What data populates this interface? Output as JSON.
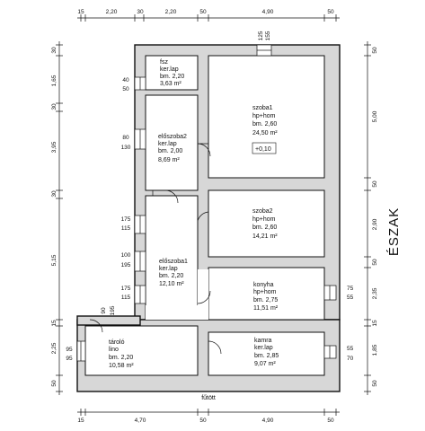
{
  "rooms": [
    {
      "id": "fsz",
      "lines": [
        "fsz",
        "ker.lap",
        "bm. 2,20",
        "3,63 m²"
      ]
    },
    {
      "id": "eloszoba2",
      "lines": [
        "előszoba2",
        "ker.lap",
        "bm. 2,00",
        "8,69 m²"
      ]
    },
    {
      "id": "szoba1",
      "lines": [
        "szoba1",
        "hp+hom",
        "bm. 2,60",
        "24,50 m²"
      ],
      "level": "+0,10"
    },
    {
      "id": "szoba2",
      "lines": [
        "szoba2",
        "hp+hom",
        "bm. 2,60",
        "14,21 m²"
      ]
    },
    {
      "id": "eloszoba1",
      "lines": [
        "előszoba1",
        "ker.lap",
        "bm. 2,20",
        "12,10 m²"
      ]
    },
    {
      "id": "konyha",
      "lines": [
        "konyha",
        "hp+hom",
        "bm. 2,75",
        "11,51 m²"
      ]
    },
    {
      "id": "tarolo",
      "lines": [
        "tároló",
        "lino",
        "bm. 2,20",
        "10,58 m²"
      ]
    },
    {
      "id": "kamra",
      "lines": [
        "kamra",
        "ker.lap",
        "bm. 2,85",
        "9,07 m²"
      ]
    }
  ],
  "top_dimensions": [
    "15",
    "2,20",
    "30",
    "2,20",
    "50",
    "4,90",
    "50"
  ],
  "bottom_dimensions": [
    "15",
    "4,70",
    "50",
    "4,90",
    "50"
  ],
  "top_wall_marks": [
    "125",
    "155"
  ],
  "left_dimensions": [
    "30",
    "1,65",
    "30",
    "3,95",
    "30",
    "5,15",
    "15",
    "2,25",
    "50"
  ],
  "right_dimensions": [
    "50",
    "5,00",
    "50",
    "2,90",
    "50",
    "2,35",
    "15",
    "1,85",
    "50"
  ],
  "left_openings": [
    {
      "top": "40",
      "bottom": "50"
    },
    {
      "top": "80",
      "bottom": "130"
    },
    {
      "top": "175",
      "bottom": "115"
    },
    {
      "top": "100",
      "bottom": "195"
    },
    {
      "top": "175",
      "bottom": "115"
    },
    {
      "top": "95",
      "bottom": "95"
    }
  ],
  "storage_door_marks": [
    "90",
    "195"
  ],
  "right_openings": [
    {
      "top": "75",
      "bottom": "55"
    },
    {
      "top": "55",
      "bottom": "70"
    }
  ],
  "bottom_note": "fűtött",
  "north_label": "ÉSZAK"
}
